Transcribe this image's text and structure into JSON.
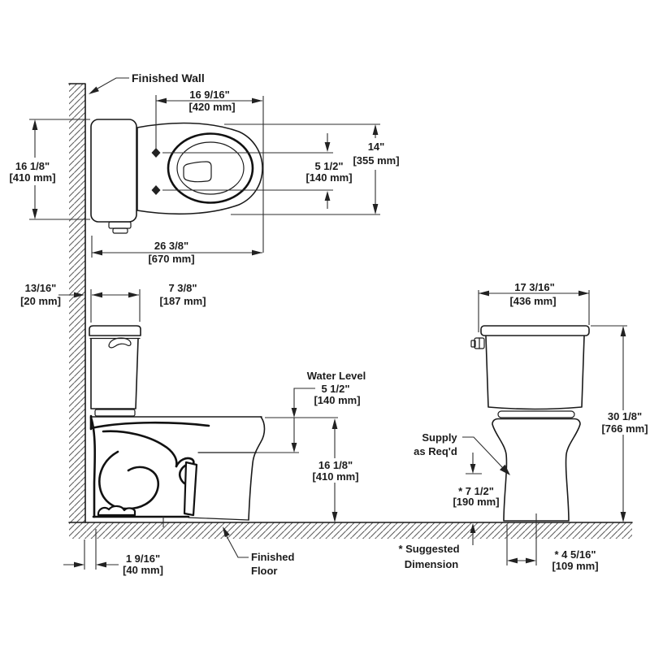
{
  "drawing": {
    "wall_label": "Finished Wall",
    "floor_label_line1": "Finished",
    "floor_label_line2": "Floor",
    "water_level_label": "Water Level",
    "supply_label_line1": "Supply",
    "supply_label_line2": "as Req'd",
    "suggested_note_line1": "* Suggested",
    "suggested_note_line2": "Dimension"
  },
  "top_view": {
    "bolt_to_front": {
      "in": "16 9/16\"",
      "mm": "[420 mm]"
    },
    "bowl_width": {
      "in": "14\"",
      "mm": "[355 mm]"
    },
    "bolt_offset": {
      "in": "5 1/2\"",
      "mm": "[140 mm]"
    },
    "tank_width": {
      "in": "16 1/8\"",
      "mm": "[410 mm]"
    },
    "overall_depth": {
      "in": "26 3/8\"",
      "mm": "[670 mm]"
    }
  },
  "side_view": {
    "wall_gap": {
      "in": "13/16\"",
      "mm": "[20 mm]"
    },
    "tank_depth": {
      "in": "7 3/8\"",
      "mm": "[187 mm]"
    },
    "water_depth": {
      "in": "5 1/2\"",
      "mm": "[140 mm]"
    },
    "rim_height": {
      "in": "16 1/8\"",
      "mm": "[410 mm]"
    },
    "outlet_offset": {
      "in": "1 9/16\"",
      "mm": "[40 mm]"
    }
  },
  "front_view": {
    "tank_width": {
      "in": "17 3/16\"",
      "mm": "[436 mm]"
    },
    "overall_height": {
      "in": "30 1/8\"",
      "mm": "[766 mm]"
    },
    "supply_height": {
      "in": "* 7 1/2\"",
      "mm": "[190 mm]"
    },
    "base_to_center": {
      "in": "* 4 5/16\"",
      "mm": "[109 mm]"
    }
  }
}
